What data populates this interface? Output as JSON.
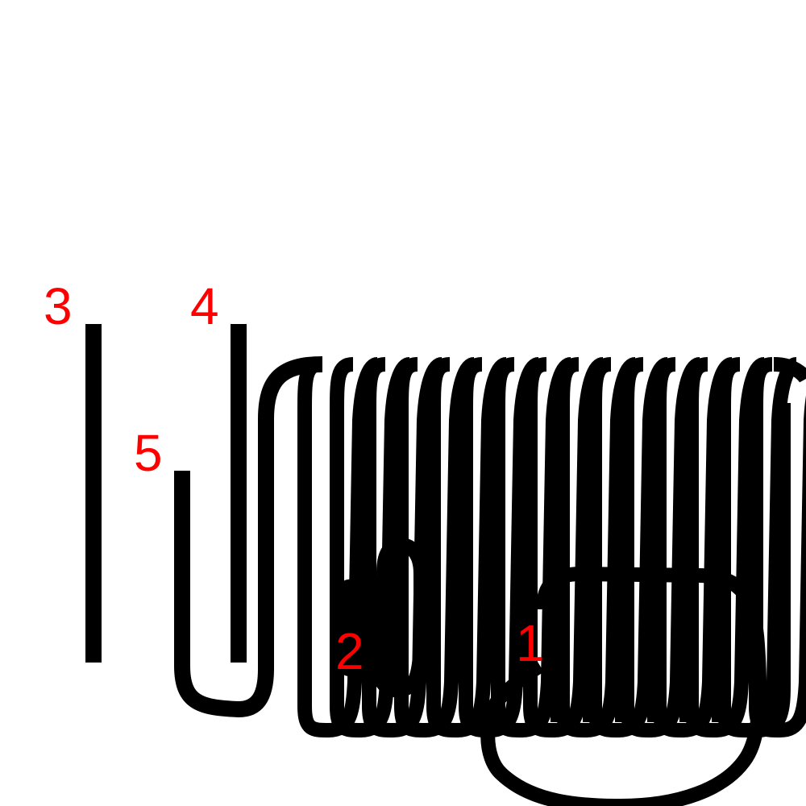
{
  "diagram": {
    "labels": [
      {
        "id": "label-1",
        "text": "1"
      },
      {
        "id": "label-2",
        "text": "2"
      },
      {
        "id": "label-3",
        "text": "3"
      },
      {
        "id": "label-4",
        "text": "4"
      },
      {
        "id": "label-5",
        "text": "5"
      }
    ],
    "colors": {
      "wire": "#000000",
      "label": "#ff0000",
      "background": "#ffffff"
    }
  }
}
